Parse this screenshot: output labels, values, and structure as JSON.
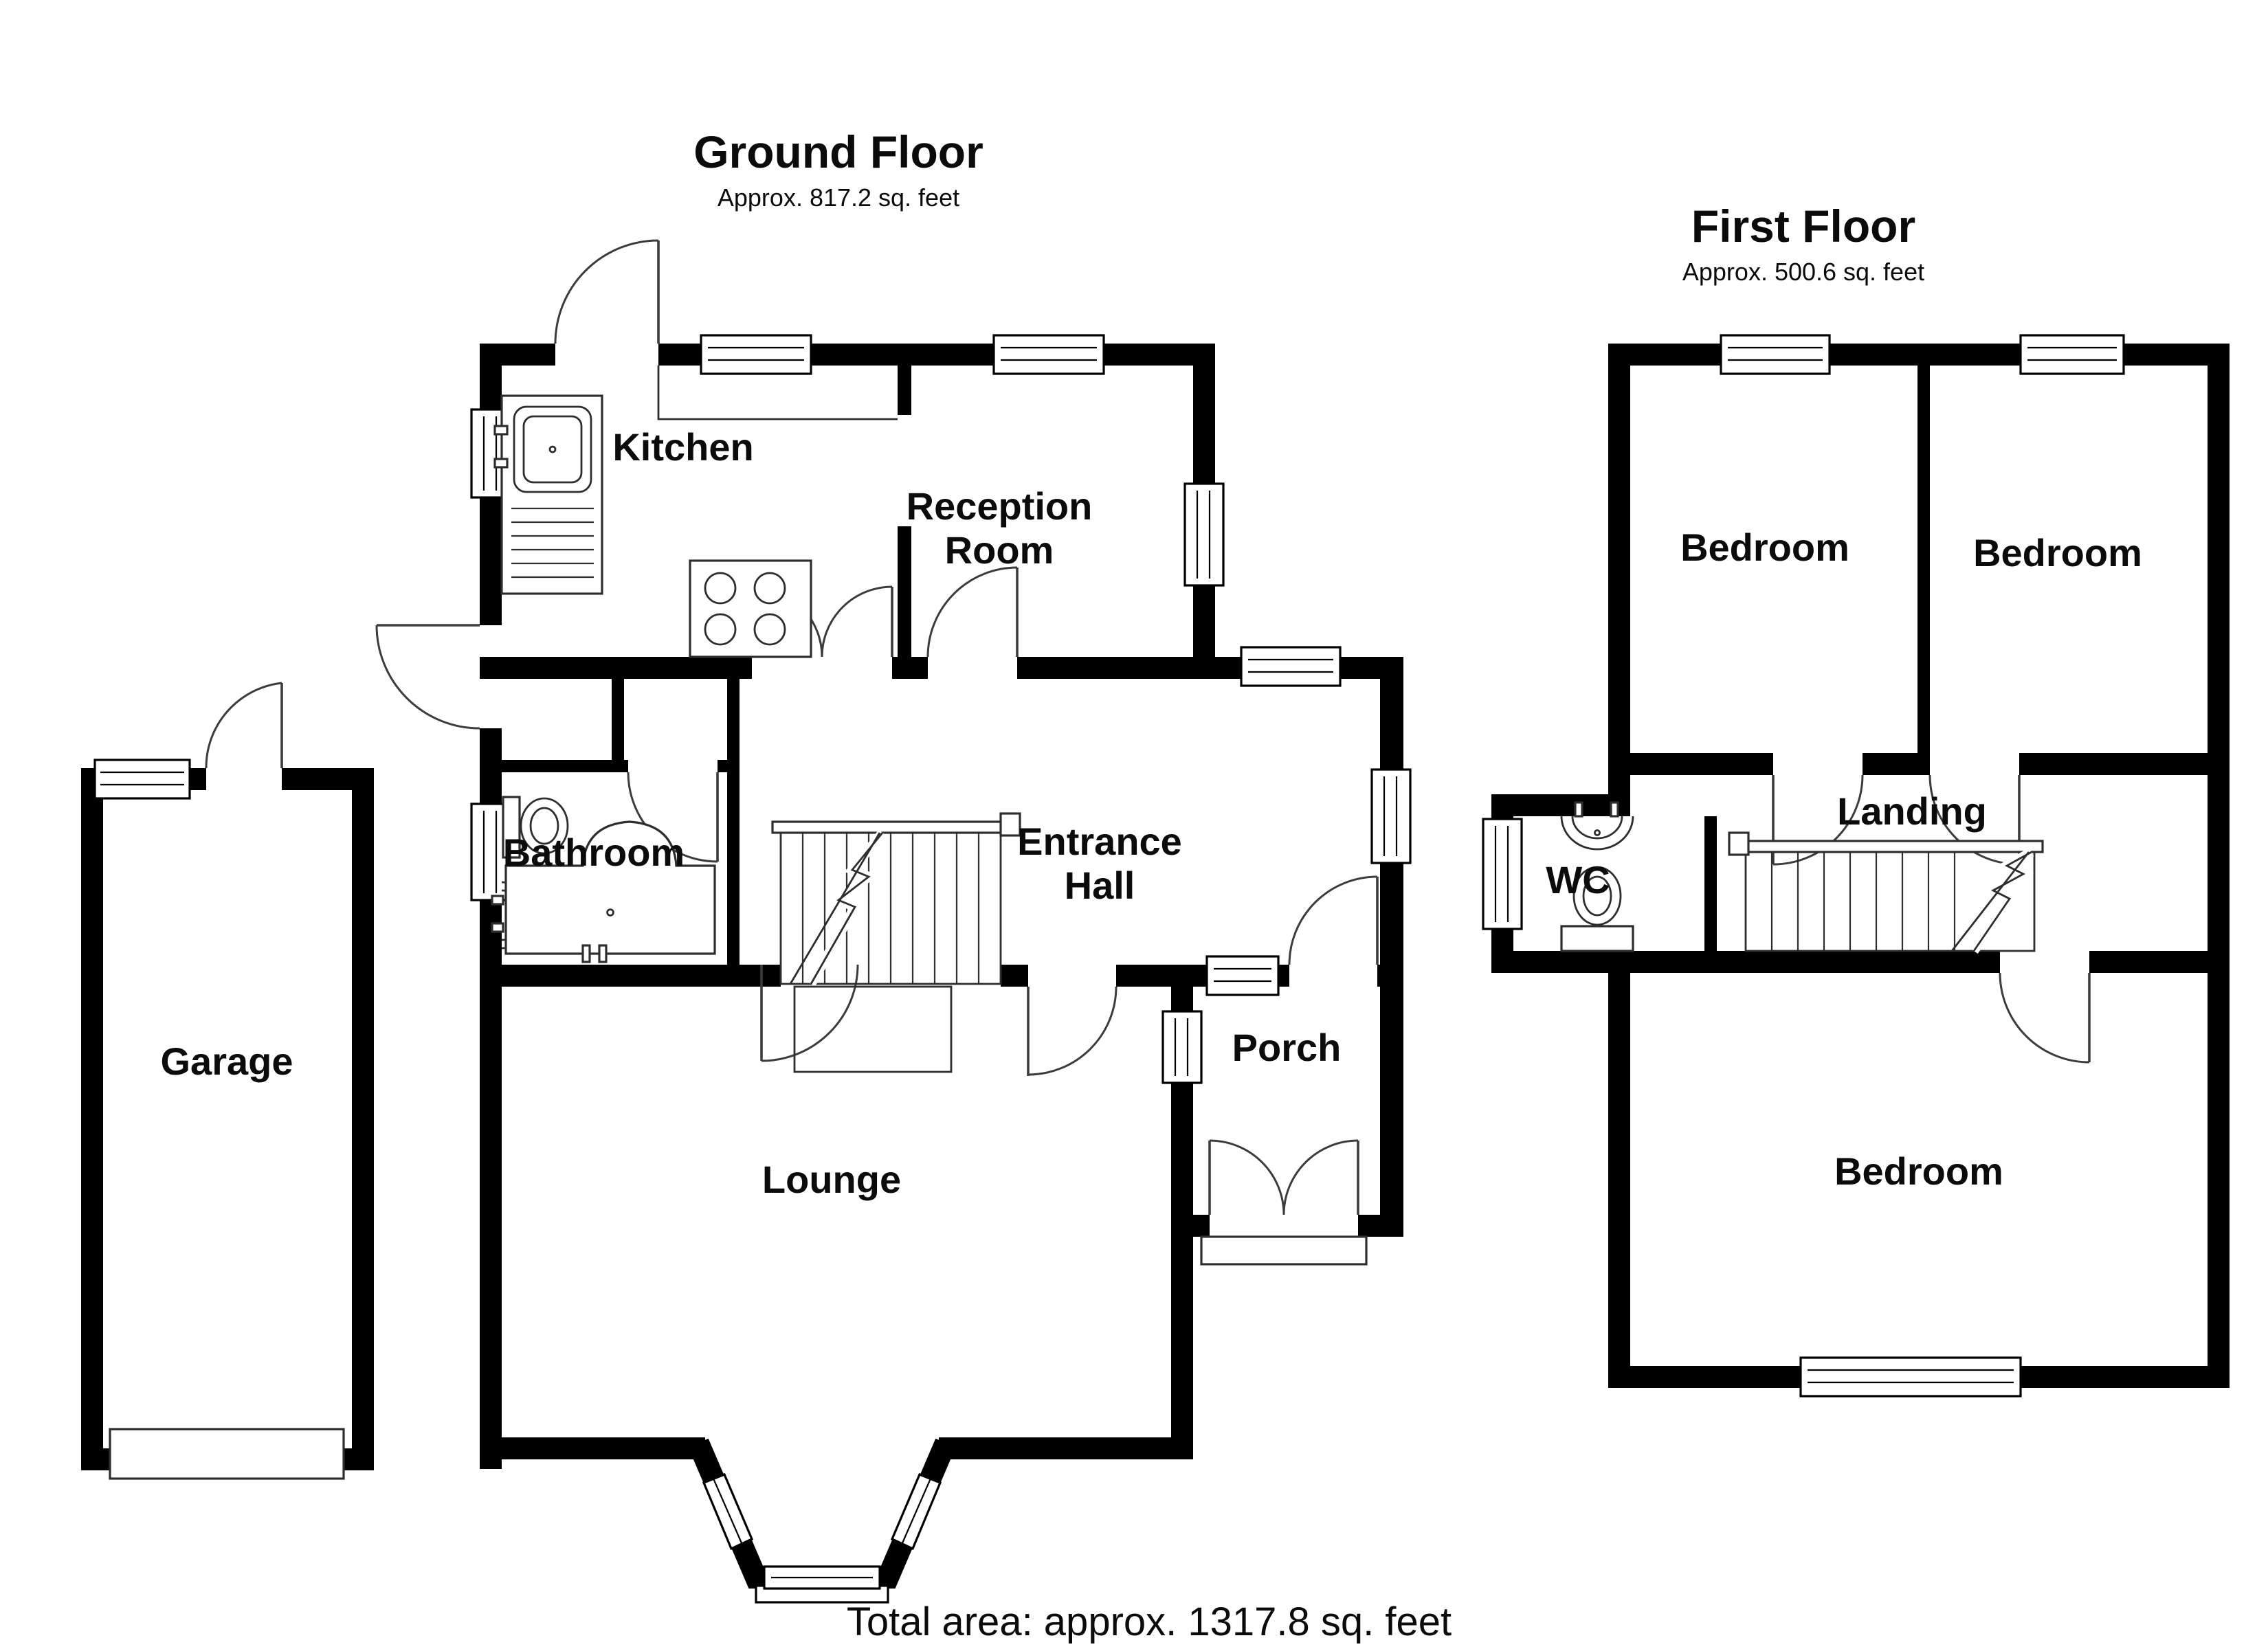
{
  "ground_floor": {
    "title": "Ground Floor",
    "area": "Approx. 817.2 sq. feet",
    "rooms": {
      "kitchen": "Kitchen",
      "reception": [
        "Reception",
        "Room"
      ],
      "bathroom": "Bathroom",
      "entrance_hall": [
        "Entrance",
        "Hall"
      ],
      "lounge": "Lounge",
      "porch": "Porch",
      "garage": "Garage"
    }
  },
  "first_floor": {
    "title": "First Floor",
    "area": "Approx. 500.6 sq. feet",
    "rooms": {
      "bedroom_front_left": "Bedroom",
      "bedroom_front_right": "Bedroom",
      "wc": "WC",
      "landing": "Landing",
      "bedroom_rear": "Bedroom"
    }
  },
  "footer": {
    "total_area": "Total area: approx. 1317.8 sq. feet"
  },
  "icons": {
    "kitchen_sink": "sink-with-drainer-icon",
    "hob": "four-ring-hob-icon",
    "bath": "bathtub-icon",
    "toilet_ground": "toilet-icon",
    "basin_ground": "washbasin-icon",
    "toilet_first": "toilet-icon",
    "basin_first": "washbasin-icon",
    "stairs_up": "staircase-icon",
    "stairs_landing": "staircase-icon",
    "garage_door": "up-and-over-door-icon",
    "bay_window": "bay-window-icon"
  },
  "colors": {
    "wall": "#000000",
    "line": "#3c3c3c",
    "background": "#ffffff"
  }
}
